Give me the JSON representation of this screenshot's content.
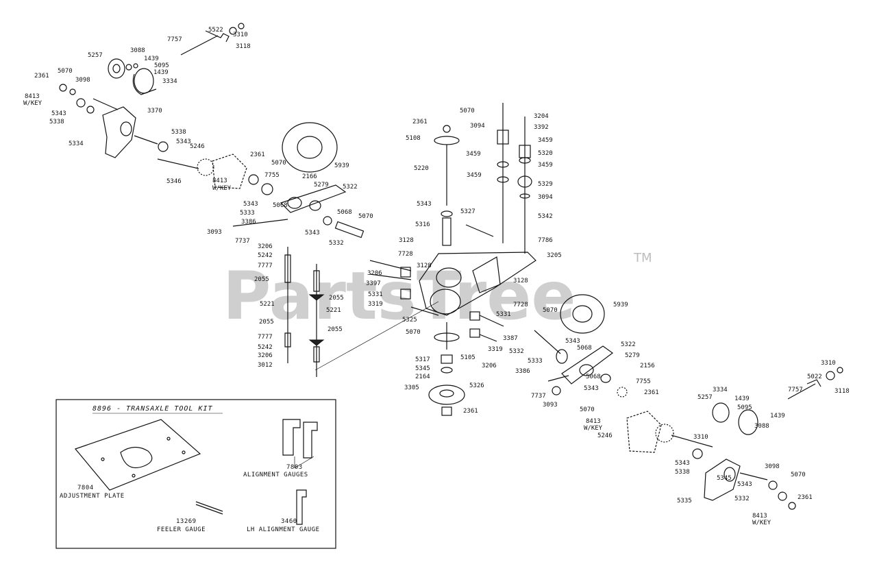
{
  "watermark": {
    "brand": "PartsTree",
    "tm": "TM"
  },
  "kit": {
    "title": "8896 - TRANSAXLE TOOL KIT",
    "items": [
      {
        "label": "7804\nADJUSTMENT PLATE"
      },
      {
        "label": "7803\nALIGNMENT GAUGES"
      },
      {
        "label": "13269\nFEELER GAUGE"
      },
      {
        "label": "3460\nLH ALIGNMENT GAUGE"
      }
    ]
  },
  "callouts": [
    "5522",
    "3310",
    "3118",
    "7757",
    "5257",
    "3088",
    "1439",
    "5095",
    "1439",
    "3334",
    "2361",
    "5070",
    "3098",
    "8413",
    "W/KEY",
    "5343",
    "5338",
    "3370",
    "5334",
    "5338",
    "5343",
    "5246",
    "2361",
    "5070",
    "5939",
    "5346",
    "8413",
    "W/KEY",
    "7755",
    "2166",
    "5279",
    "5322",
    "5343",
    "5068",
    "5333",
    "5068",
    "5070",
    "3386",
    "3093",
    "7737",
    "5343",
    "5332",
    "3206",
    "5242",
    "7777",
    "2055",
    "2055",
    "5221",
    "5221",
    "2055",
    "2055",
    "7777",
    "5242",
    "3206",
    "3012",
    "2361",
    "5070",
    "3094",
    "5108",
    "3204",
    "3392",
    "3459",
    "5320",
    "3459",
    "5220",
    "3459",
    "3459",
    "5329",
    "3094",
    "5343",
    "5327",
    "5342",
    "5316",
    "3128",
    "7786",
    "7728",
    "3128",
    "3205",
    "3206",
    "3397",
    "5331",
    "3319",
    "3128",
    "7728",
    "5939",
    "5325",
    "5070",
    "5331",
    "5070",
    "5105",
    "3387",
    "3319",
    "3206",
    "5317",
    "5345",
    "2164",
    "5326",
    "3305",
    "2361",
    "5332",
    "5343",
    "5068",
    "5322",
    "5333",
    "3386",
    "5279",
    "2156",
    "5068",
    "5343",
    "7755",
    "7737",
    "3093",
    "5070",
    "2361",
    "8413",
    "W/KEY",
    "5246",
    "3334",
    "1439",
    "5095",
    "1439",
    "5257",
    "5022",
    "7757",
    "3310",
    "3118",
    "3088",
    "5345",
    "5343",
    "5338",
    "3310",
    "3098",
    "5070",
    "5335",
    "5332",
    "5343",
    "8413",
    "W/KEY",
    "2361"
  ]
}
